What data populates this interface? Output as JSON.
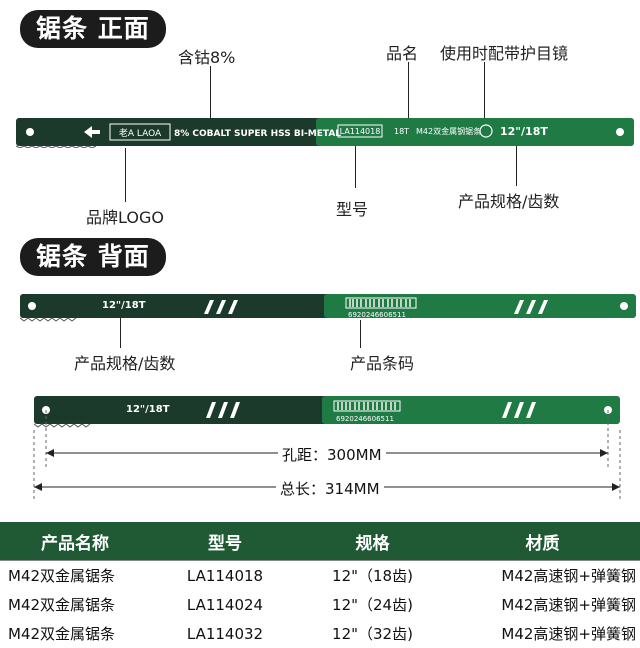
{
  "front": {
    "title": "锯条 正面",
    "labels": {
      "cobalt": "含钴8%",
      "product_name": "品名",
      "goggles": "使用时配带护目镜",
      "brand_logo": "品牌LOGO",
      "model": "型号",
      "spec_teeth": "产品规格/齿数"
    },
    "blade_print": {
      "brand": "老A LAOA",
      "cobalt_text": "8% COBALT SUPER HSS BI-METAL",
      "model": "LA114018",
      "teeth": "18T",
      "name": "M42双金属钢锯条",
      "size": "12\"/18T"
    }
  },
  "back": {
    "title": "锯条 背面",
    "labels": {
      "spec_teeth": "产品规格/齿数",
      "barcode": "产品条码"
    },
    "blade_print": {
      "size": "12\"/18T",
      "barcode_number": "6920246606511"
    },
    "dimensions": {
      "hole_distance": "孔距：300MM",
      "total_length": "总长：314MM"
    }
  },
  "table": {
    "headers": [
      "产品名称",
      "型号",
      "规格",
      "材质"
    ],
    "rows": [
      [
        "M42双金属锯条",
        "LA114018",
        "12\"（18齿)",
        "M42高速钢+弹簧钢"
      ],
      [
        "M42双金属锯条",
        "LA114024",
        "12\"（24齿)",
        "M42高速钢+弹簧钢"
      ],
      [
        "M42双金属锯条",
        "LA114032",
        "12\"（32齿)",
        "M42高速钢+弹簧钢"
      ]
    ]
  },
  "colors": {
    "blade_dark": "#1c3a2c",
    "blade_green": "#1f7a44",
    "table_header": "#1f5a34"
  }
}
